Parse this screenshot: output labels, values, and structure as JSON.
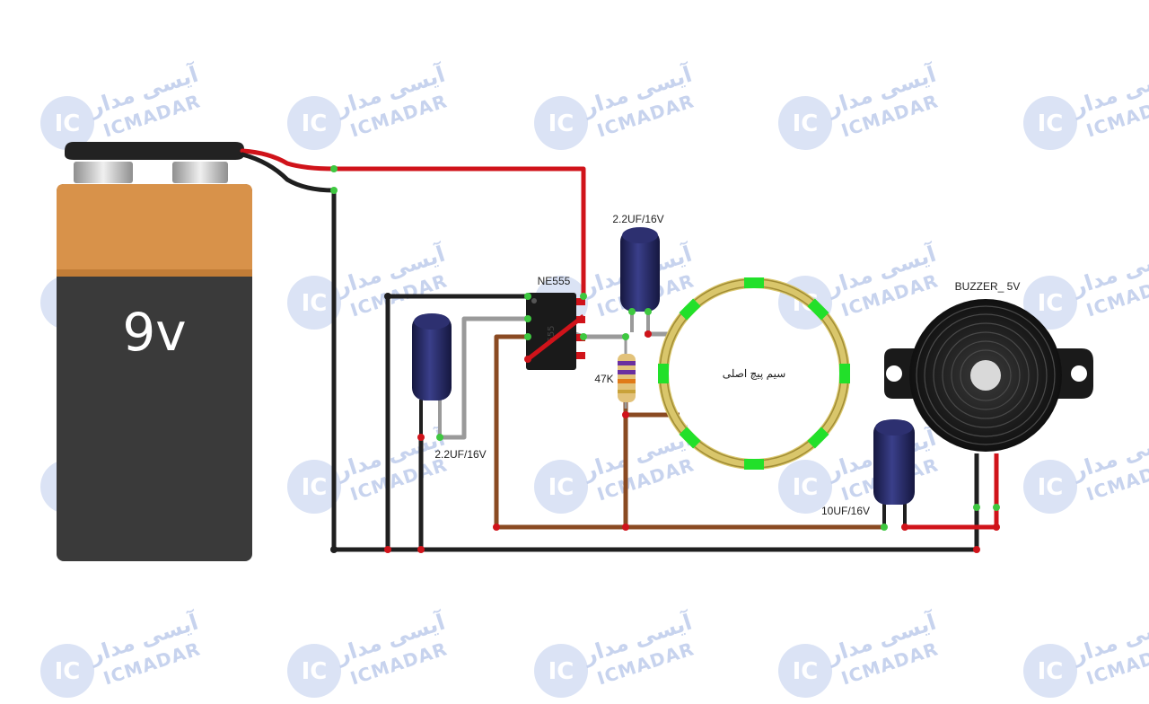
{
  "battery": {
    "label": "9v"
  },
  "chip": {
    "label": "NE555"
  },
  "capacitors": {
    "top": "2.2UF/16V",
    "left": "2.2UF/16V",
    "right": "10UF/16V"
  },
  "resistor": {
    "label": "47K"
  },
  "coil": {
    "label": "سیم پیچ اصلی"
  },
  "buzzer": {
    "label": "BUZZER_ 5V"
  },
  "watermark": {
    "fa": "آیسی مدار",
    "en": "ICMADAR",
    "logo": "IC"
  },
  "colors": {
    "red_wire": "#d0131a",
    "black_wire": "#1f1f1f",
    "brown_wire": "#8a4a22",
    "gray_wire": "#9a9a9a",
    "battery_top": "#d8924a",
    "battery_bottom": "#3a3a3a",
    "capacitor": "#1e2058",
    "coil_green": "#22e02a",
    "coil_gold": "#d9c66b",
    "watermark": "#c7d3ee"
  }
}
